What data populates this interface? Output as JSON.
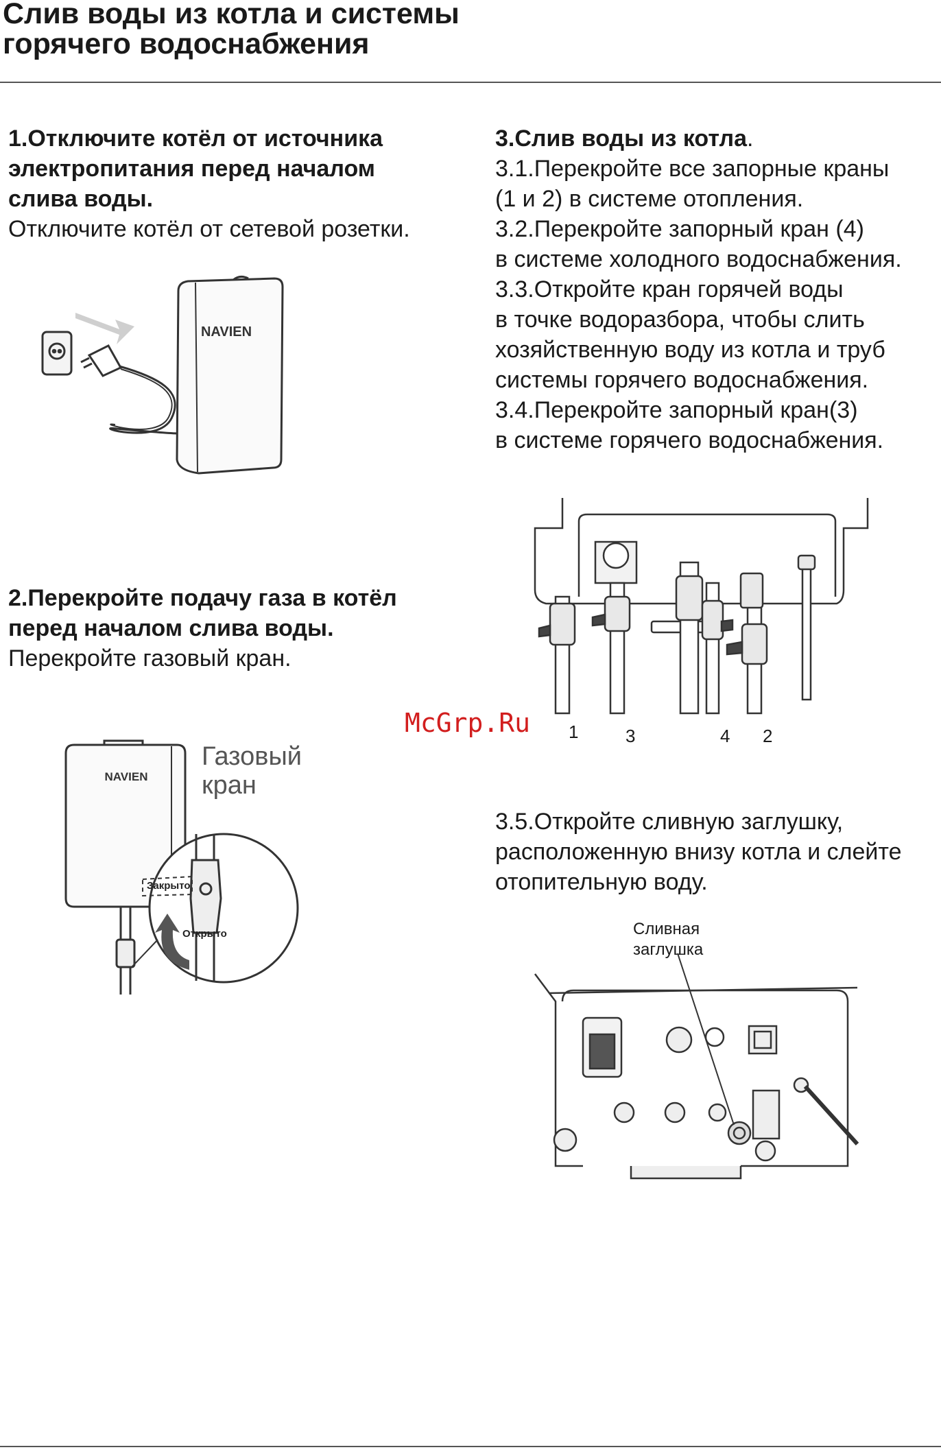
{
  "header": {
    "title_line1": "Слив воды из котла и системы",
    "title_line2": "горячего водоснабжения"
  },
  "step1": {
    "heading_lines": [
      "1.Отключите котёл от источника",
      "электропитания перед началом",
      "слива воды."
    ],
    "text": "Отключите котёл от сетевой розетки."
  },
  "step2": {
    "heading_lines": [
      "2.Перекройте подачу газа в котёл",
      "перед началом слива воды."
    ],
    "text": "Перекройте газовый кран."
  },
  "gas_figure": {
    "brand": "NAVIEN",
    "label_line1": "Газовый",
    "label_line2": "кран",
    "closed_label": "Закрыто",
    "open_label": "Открыто"
  },
  "plug_figure": {
    "brand": "NAVIEN"
  },
  "step3": {
    "heading": "3.Слив воды из котла",
    "heading_suffix": ".",
    "lines": [
      "3.1.Перекройте все запорные краны",
      "(1 и 2) в системе отопления.",
      "3.2.Перекройте запорный кран (4)",
      "в системе холодного водоснабжения.",
      "3.3.Откройте кран горячей воды",
      "в точке водоразбора, чтобы слить",
      "хозяйственную воду из котла и труб",
      "системы горячего водоснабжения.",
      "3.4.Перекройте запорный кран(3)",
      "в системе горячего водоснабжения."
    ]
  },
  "valves_figure": {
    "labels": [
      "1",
      "3",
      "4",
      "2"
    ]
  },
  "watermark": "McGrp.Ru",
  "step35": {
    "lines": [
      "3.5.Откройте сливную заглушку,",
      "расположенную внизу котла и слейте",
      "отопительную воду."
    ]
  },
  "drain_figure": {
    "label_line1": "Сливная",
    "label_line2": "заглушка"
  }
}
